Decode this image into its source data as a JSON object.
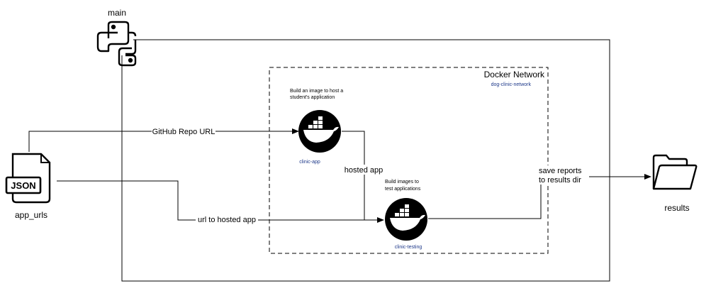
{
  "main_label": "main",
  "docker_network": {
    "title": "Docker Network",
    "name": "dog-clinic-network"
  },
  "clinic_app": {
    "description_line1": "Build an image to host a",
    "description_line2": "student's application",
    "name": "clinic-app"
  },
  "clinic_testing": {
    "description_line1": "Build images to",
    "description_line2": "test applications",
    "name": "clinic-testing"
  },
  "json_file": {
    "icon_text": "JSON",
    "label": "app_urls"
  },
  "results_folder": {
    "label": "results"
  },
  "edges": {
    "github_repo_url": "GitHub Repo URL",
    "hosted_app": "hosted app",
    "url_to_hosted_app": "url to hosted app",
    "save_reports_line1": "save reports",
    "save_reports_line2": "to results dir"
  },
  "colors": {
    "network_label": "#1f3a8a",
    "stroke": "#000000"
  },
  "icons": {
    "python": "python-logo-icon",
    "docker": "docker-whale-icon",
    "json": "json-file-icon",
    "folder": "folder-icon"
  }
}
